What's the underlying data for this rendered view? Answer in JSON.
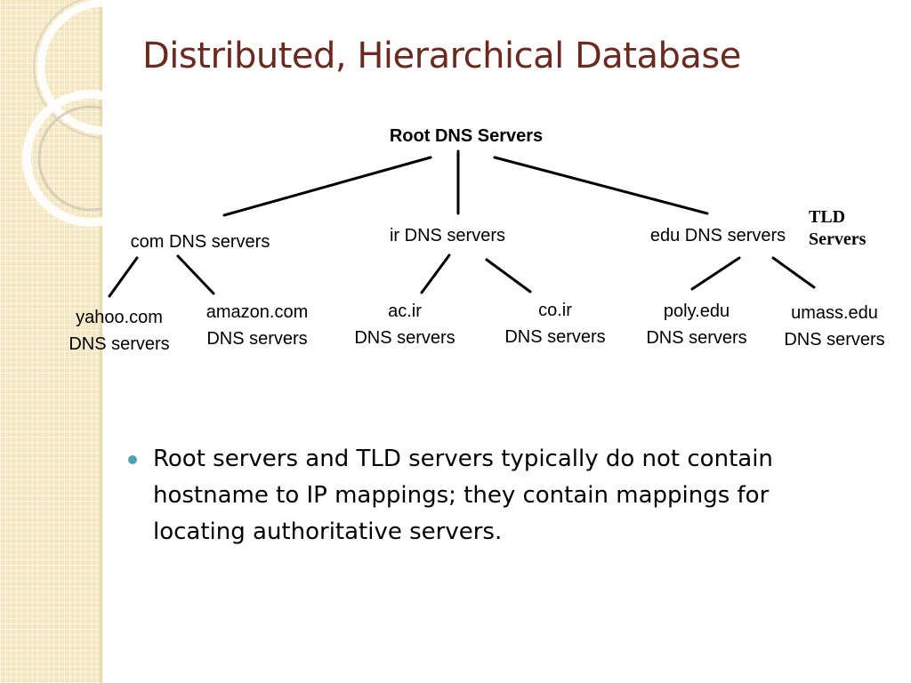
{
  "slide": {
    "title": "Distributed, Hierarchical Database"
  },
  "diagram": {
    "root": {
      "label": "Root DNS Servers"
    },
    "tld": [
      {
        "id": "com",
        "label": "com DNS servers"
      },
      {
        "id": "ir",
        "label": "ir DNS servers"
      },
      {
        "id": "edu",
        "label": "edu DNS servers"
      }
    ],
    "tld_group_label": [
      "TLD",
      "Servers"
    ],
    "leaves": [
      {
        "id": "yahoo",
        "parent": "com",
        "lines": [
          "yahoo.com",
          "DNS servers"
        ]
      },
      {
        "id": "amazon",
        "parent": "com",
        "lines": [
          "amazon.com",
          "DNS servers"
        ]
      },
      {
        "id": "acir",
        "parent": "ir",
        "lines": [
          "ac.ir",
          "DNS servers"
        ]
      },
      {
        "id": "coir",
        "parent": "ir",
        "lines": [
          "co.ir",
          "DNS servers"
        ]
      },
      {
        "id": "poly",
        "parent": "edu",
        "lines": [
          "poly.edu",
          "DNS servers"
        ]
      },
      {
        "id": "umass",
        "parent": "edu",
        "lines": [
          "umass.edu",
          "DNS servers"
        ]
      }
    ]
  },
  "bullets": [
    "Root servers and TLD servers typically do not contain hostname to IP mappings; they contain mappings for locating authoritative servers."
  ],
  "colors": {
    "title": "#6b2a1f",
    "bullet": "#4ba3b4",
    "strip": "#f4e6bf"
  }
}
